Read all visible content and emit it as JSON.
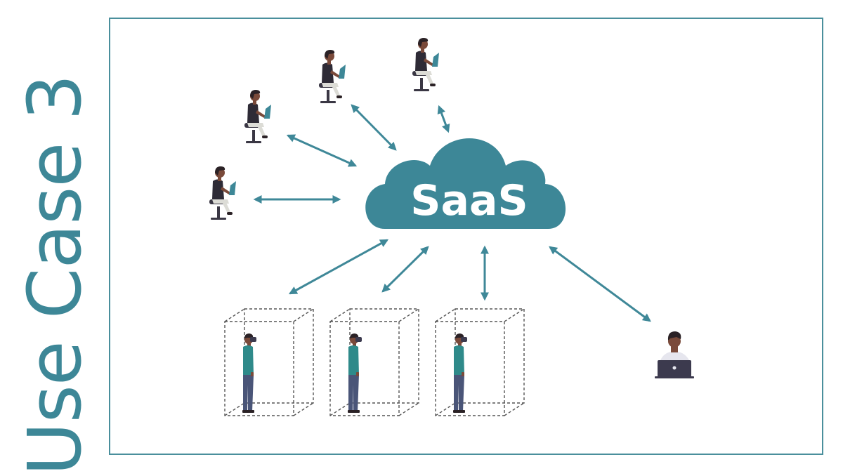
{
  "title": "Use Case 3",
  "cloud": {
    "label": "SaaS"
  },
  "nodes": {
    "laptop_users": [
      "laptop-user-1",
      "laptop-user-2",
      "laptop-user-3",
      "laptop-user-4"
    ],
    "vr_stations": [
      "vr-station-1",
      "vr-station-2",
      "vr-station-3"
    ],
    "desktop_user": "desktop-user"
  },
  "colors": {
    "accent": "#3d8797",
    "frame": "#4a8f9c",
    "arrow": "#3f8898",
    "skin": "#7a4a3a",
    "hair": "#2b2226",
    "shirt_dark": "#2e2b36",
    "pants_light": "#dcdcd6",
    "chair": "#3a3744",
    "vr_shirt": "#2f8a8a",
    "vr_pants": "#4a5578",
    "box_line": "#555555",
    "laptop": "#3c3a4e"
  }
}
